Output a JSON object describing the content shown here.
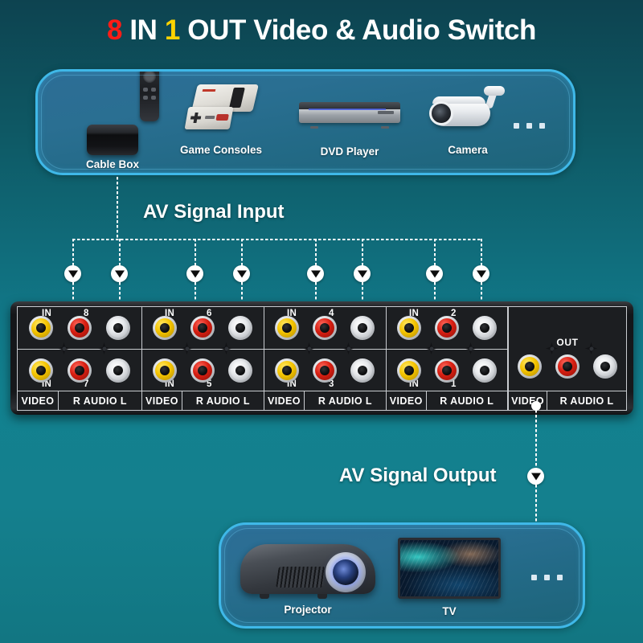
{
  "title": {
    "part_num_in": "8",
    "part_in": " IN ",
    "part_num_out": "1",
    "part_rest": " OUT Video & Audio Switch"
  },
  "sources_panel": {
    "ellipsis": "•••",
    "items": [
      {
        "label": "Cable Box",
        "icon": "cable-box-icon"
      },
      {
        "label": "Game Consoles",
        "icon": "game-console-icon"
      },
      {
        "label": "DVD Player",
        "icon": "dvd-player-icon"
      },
      {
        "label": "Camera",
        "icon": "security-camera-icon"
      }
    ]
  },
  "outputs_panel": {
    "ellipsis": "•••",
    "items": [
      {
        "label": "Projector",
        "icon": "projector-icon"
      },
      {
        "label": "TV",
        "icon": "tv-icon"
      }
    ]
  },
  "signal_labels": {
    "input": "AV Signal Input",
    "output": "AV Signal Output"
  },
  "switch_device": {
    "in_label": "IN",
    "out_label": "OUT",
    "footer_video": "VIDEO",
    "footer_audio": "R AUDIO L",
    "groups": [
      {
        "top_port": "8",
        "bottom_port": "7"
      },
      {
        "top_port": "6",
        "bottom_port": "5"
      },
      {
        "top_port": "4",
        "bottom_port": "3"
      },
      {
        "top_port": "2",
        "bottom_port": "1"
      }
    ],
    "jack_colors": {
      "video": "#f5c400",
      "audio_right": "#d81f12",
      "audio_left": "#e7e9ec"
    }
  },
  "theme": {
    "background_top": "#0d4350",
    "background_mid": "#12818f",
    "panel_border": "#3fb8e8",
    "title_accent_red": "#ff1c16",
    "title_accent_yellow": "#ffd400",
    "text_white": "#ffffff"
  }
}
